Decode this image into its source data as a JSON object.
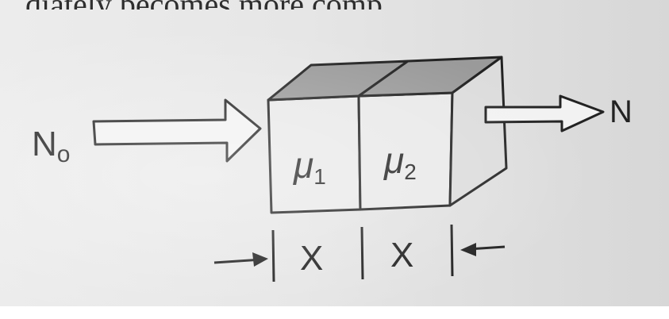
{
  "header": {
    "clipped_text": "diately becomes more comp"
  },
  "diagram": {
    "incident_label": "N",
    "incident_subscript": "o",
    "transmitted_label": "N",
    "layer1": {
      "symbol": "μ",
      "subscript": "1"
    },
    "layer2": {
      "symbol": "μ",
      "subscript": "2"
    },
    "thickness1": "X",
    "thickness2": "X"
  },
  "colors": {
    "ink": "#222222",
    "top_face": "#9a9a9a",
    "paper": "#e8e8e8"
  }
}
